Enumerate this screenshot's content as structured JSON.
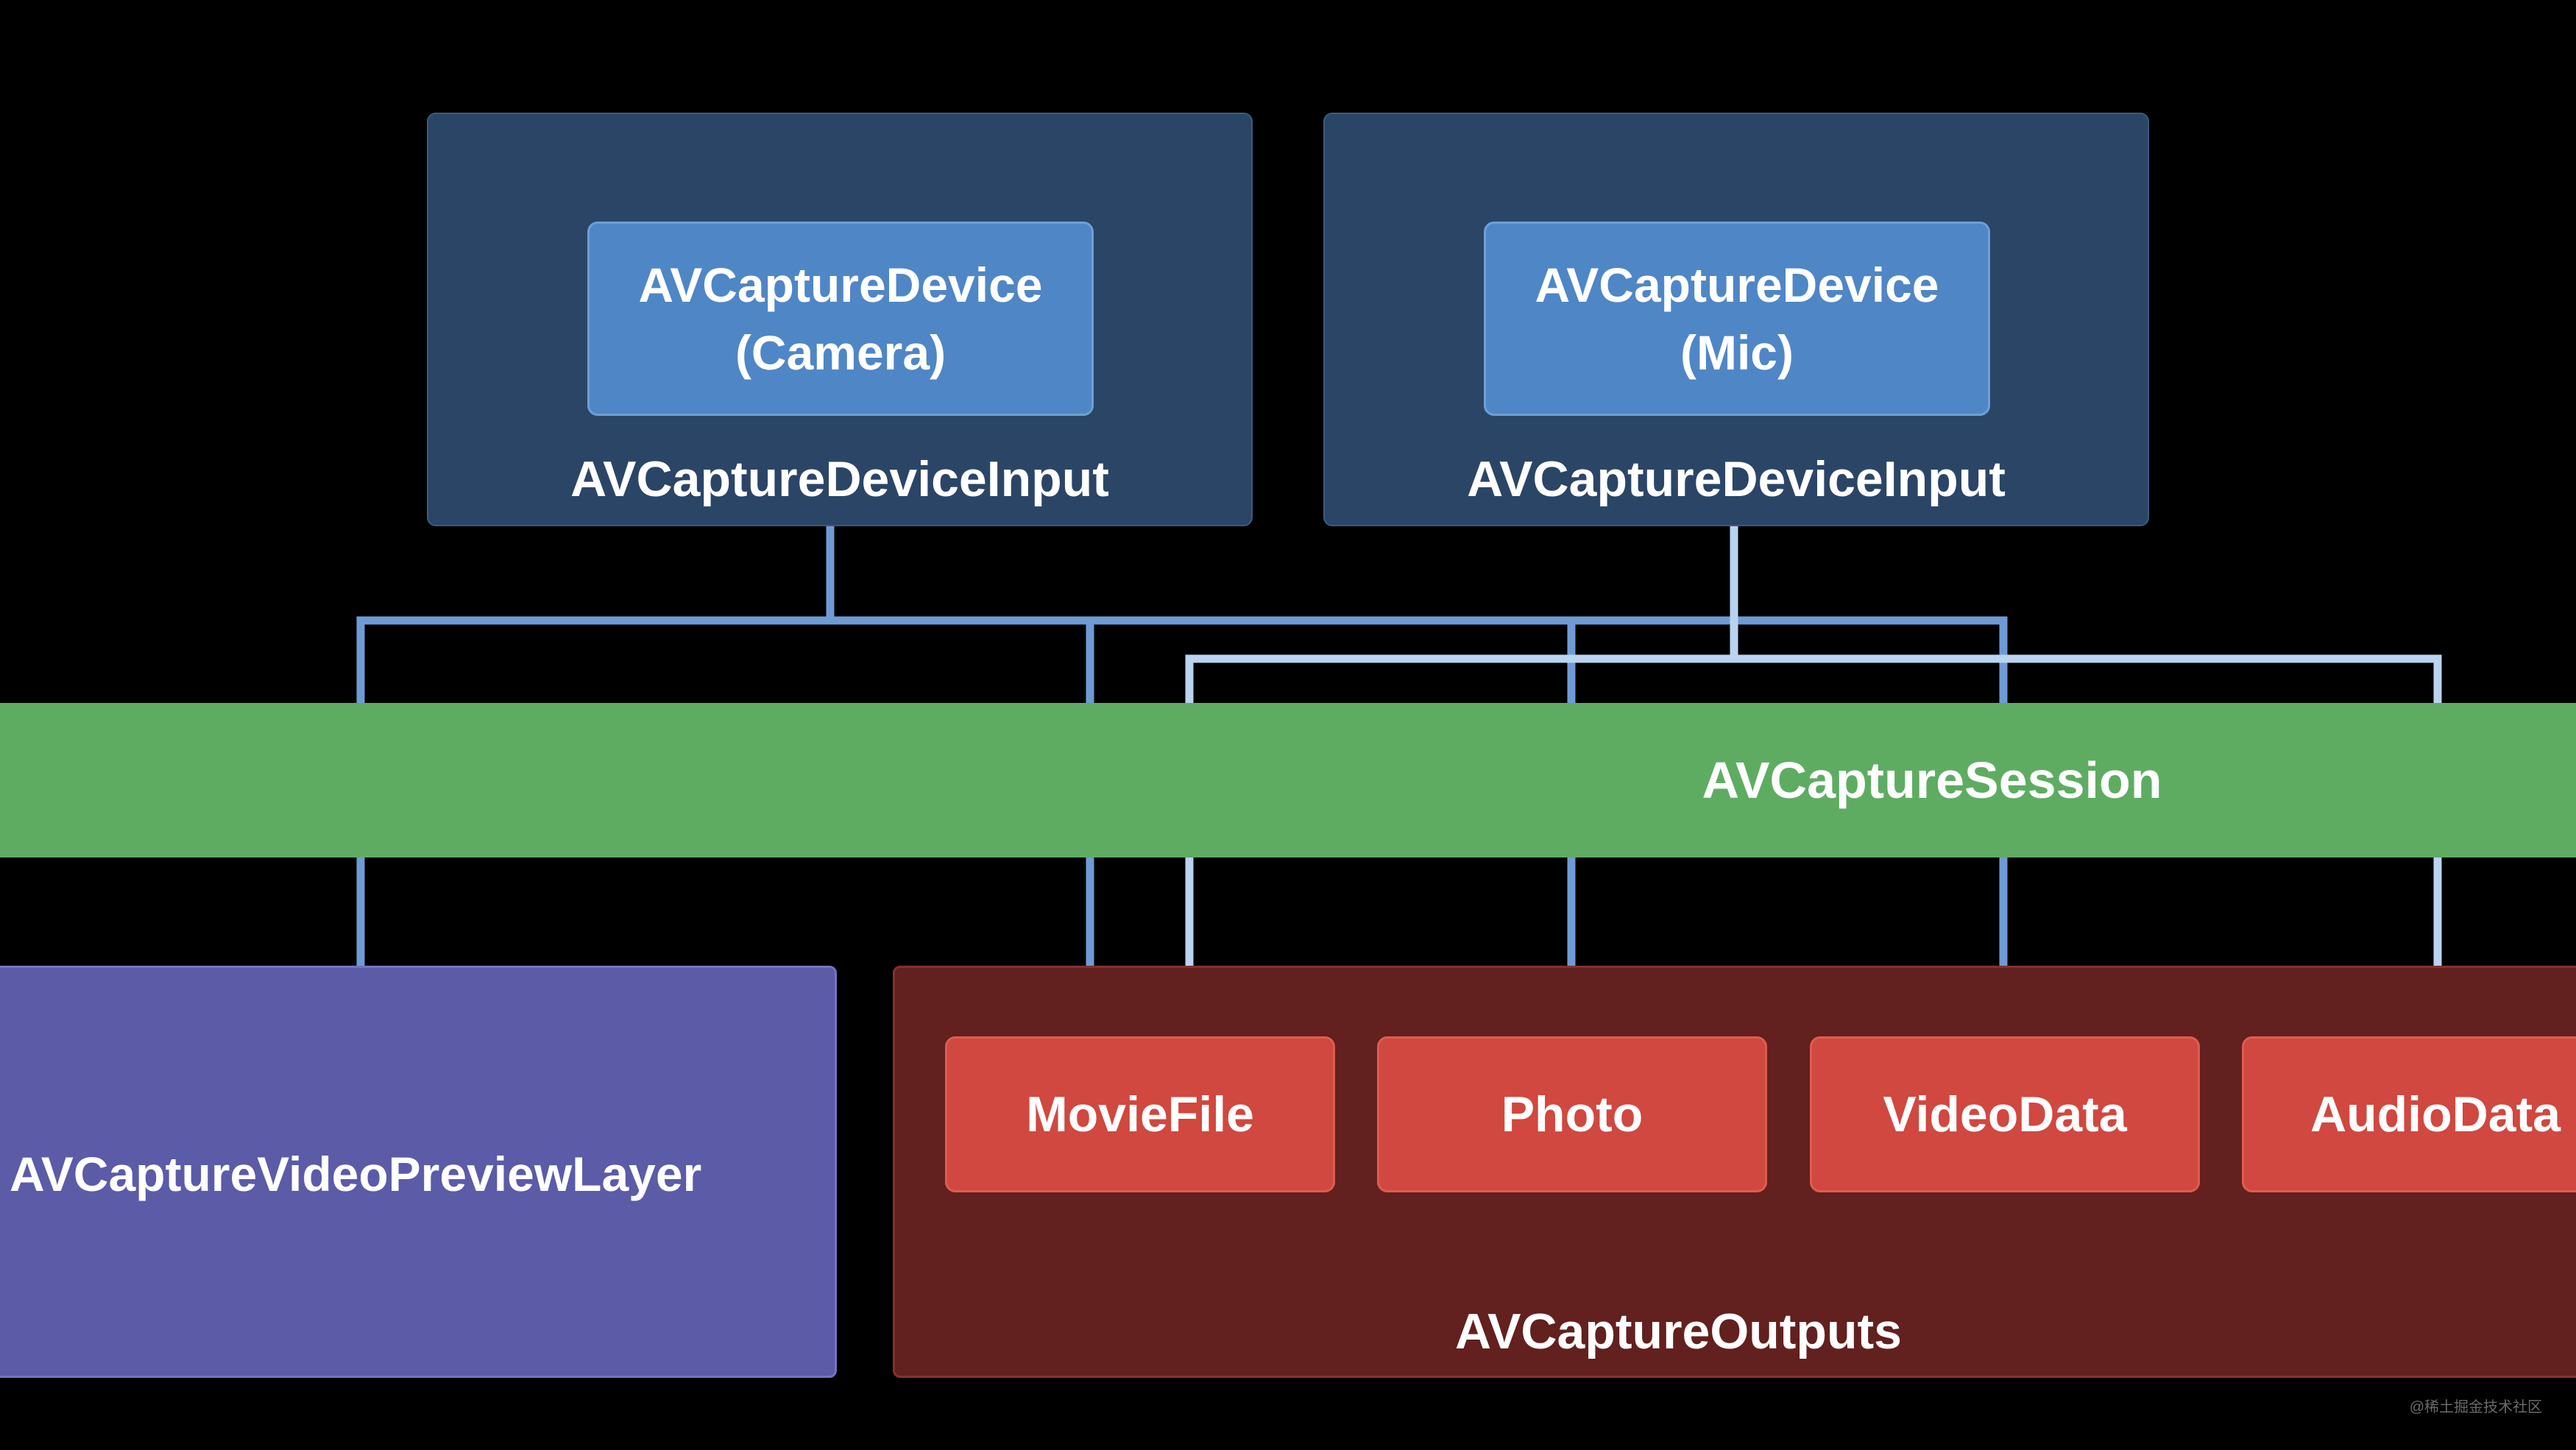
{
  "inputs": [
    {
      "device_name": "AVCaptureDevice",
      "device_kind": "(Camera)",
      "input_label": "AVCaptureDeviceInput"
    },
    {
      "device_name": "AVCaptureDevice",
      "device_kind": "(Mic)",
      "input_label": "AVCaptureDeviceInput"
    }
  ],
  "session": {
    "label": "AVCaptureSession"
  },
  "preview_layer": {
    "label": "AVCaptureVideoPreviewLayer"
  },
  "outputs": {
    "label": "AVCaptureOutputs",
    "items": [
      "MovieFile",
      "Photo",
      "VideoData",
      "AudioData"
    ]
  },
  "watermark": "@稀土掘金技术社区",
  "colors": {
    "background": "#000000",
    "input_container": "#2b4566",
    "device": "#4f86c6",
    "session": "#5eac62",
    "preview_layer": "#5b5ba8",
    "outputs_container": "#62201e",
    "output_item": "#d0483f",
    "camera_connector": "#6f9bd4",
    "mic_connector": "#b9d3f0"
  }
}
